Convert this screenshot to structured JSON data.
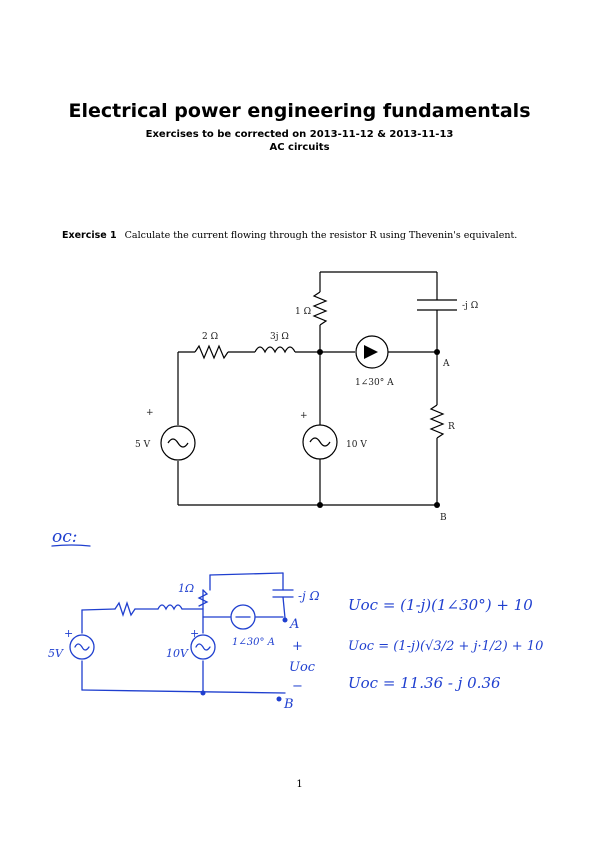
{
  "document": {
    "title": "Electrical power engineering fundamentals",
    "subtitle": "Exercises to be corrected on 2013-11-12 & 2013-11-13",
    "topic": "AC circuits",
    "page_number": "1"
  },
  "exercise": {
    "label": "Exercise 1",
    "text": "Calculate the current flowing through the resistor R using Thevenin's equivalent."
  },
  "circuit": {
    "r1": "2 Ω",
    "l1": "3j Ω",
    "r2": "1 Ω",
    "cap": "-j Ω",
    "vs1": "5 V",
    "vs2": "10 V",
    "isrc": "1∠30° A",
    "node_a": "A",
    "node_b": "B",
    "res_r": "R",
    "plus": "+"
  },
  "handwritten": {
    "heading": "oc:",
    "sketch": {
      "r2": "1Ω",
      "cap": "-j Ω",
      "isrc": "1∠30° A",
      "vs1": "5V",
      "vs2": "10V",
      "node_a": "A",
      "node_b": "B",
      "plus": "+",
      "minus": "−",
      "uoc": "Uoc"
    },
    "eq1": "Uoc = (1-j)(1∠30°) + 10",
    "eq2": "Uoc = (1-j)(√3/2 + j·1/2) + 10",
    "eq3": "Uoc = 11.36 - j 0.36"
  },
  "colors": {
    "ink": "#1f3fcf",
    "text": "#000000"
  }
}
